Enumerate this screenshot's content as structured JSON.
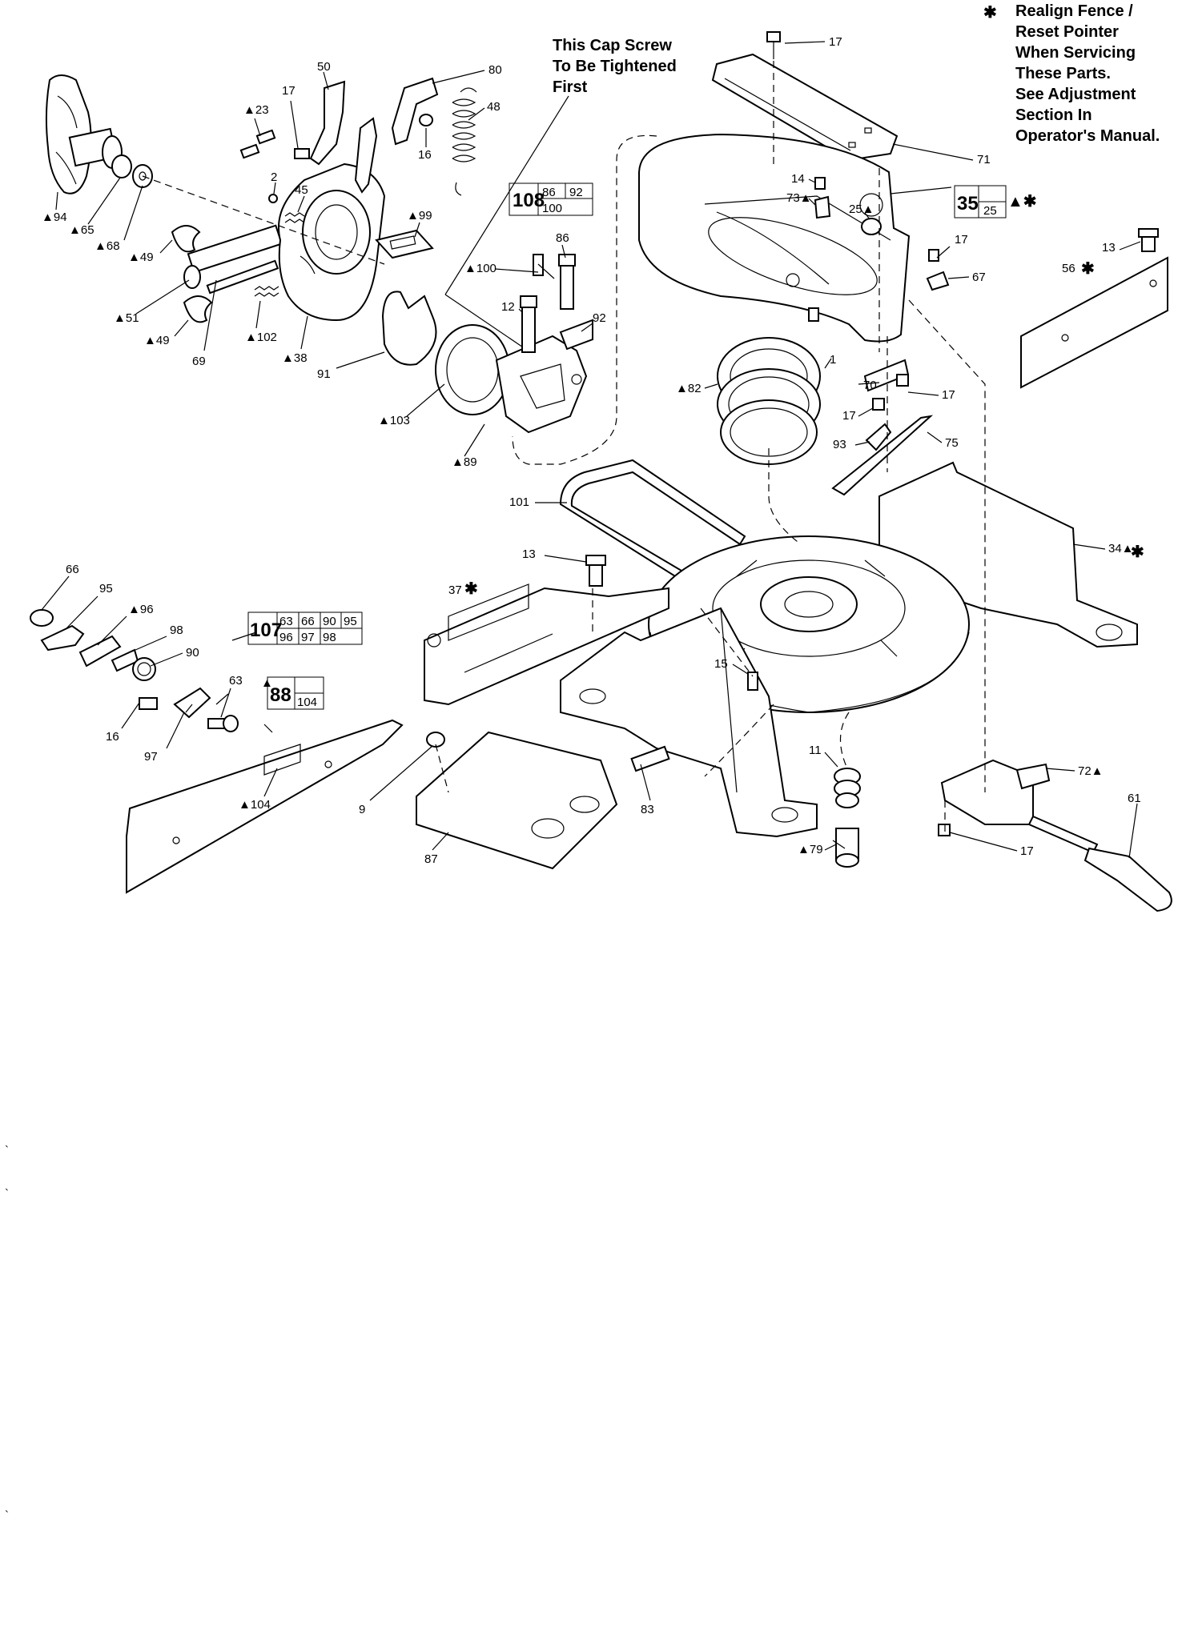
{
  "notes": {
    "realign_symbol": "✱",
    "realign_lines": [
      "Realign Fence /",
      "Reset Pointer",
      "When Servicing",
      "These Parts.",
      "See Adjustment",
      "Section In",
      "Operator's Manual."
    ],
    "cap_screw_lines": [
      "This Cap Screw",
      "To Be Tightened",
      "First"
    ]
  },
  "part_labels": [
    {
      "id": "p50",
      "text": "50"
    },
    {
      "id": "p80",
      "text": "80"
    },
    {
      "id": "p48",
      "text": "48"
    },
    {
      "id": "p23",
      "text": "▲23"
    },
    {
      "id": "p17a",
      "text": "17"
    },
    {
      "id": "p16a",
      "text": "16"
    },
    {
      "id": "p2",
      "text": "2"
    },
    {
      "id": "p45",
      "text": "45"
    },
    {
      "id": "p94",
      "text": "▲94"
    },
    {
      "id": "p65",
      "text": "▲65"
    },
    {
      "id": "p68",
      "text": "▲68"
    },
    {
      "id": "p49a",
      "text": "▲49"
    },
    {
      "id": "p51",
      "text": "▲51"
    },
    {
      "id": "p49b",
      "text": "▲49"
    },
    {
      "id": "p69",
      "text": "69"
    },
    {
      "id": "p102",
      "text": "▲102"
    },
    {
      "id": "p38",
      "text": "▲38"
    },
    {
      "id": "p99",
      "text": "▲99"
    },
    {
      "id": "p91",
      "text": "91"
    },
    {
      "id": "p103",
      "text": "▲103"
    },
    {
      "id": "p89",
      "text": "▲89"
    },
    {
      "id": "p100",
      "text": "▲100"
    },
    {
      "id": "p86",
      "text": "86"
    },
    {
      "id": "p12",
      "text": "12"
    },
    {
      "id": "p92",
      "text": "92"
    },
    {
      "id": "p17b",
      "text": "17"
    },
    {
      "id": "p71",
      "text": "71"
    },
    {
      "id": "p14",
      "text": "14"
    },
    {
      "id": "p73",
      "text": "73▲"
    },
    {
      "id": "p25",
      "text": "25▲"
    },
    {
      "id": "p17c",
      "text": "17"
    },
    {
      "id": "p67",
      "text": "67"
    },
    {
      "id": "p13a",
      "text": "13"
    },
    {
      "id": "p56",
      "text": "56"
    },
    {
      "id": "p82",
      "text": "▲82"
    },
    {
      "id": "p1",
      "text": "1"
    },
    {
      "id": "p70",
      "text": "70"
    },
    {
      "id": "p17d",
      "text": "17"
    },
    {
      "id": "p17e",
      "text": "17"
    },
    {
      "id": "p93",
      "text": "93"
    },
    {
      "id": "p75",
      "text": "75"
    },
    {
      "id": "p101",
      "text": "101"
    },
    {
      "id": "p34",
      "text": "34▲"
    },
    {
      "id": "p66",
      "text": "66"
    },
    {
      "id": "p95",
      "text": "95"
    },
    {
      "id": "p96",
      "text": "▲96"
    },
    {
      "id": "p98",
      "text": "98"
    },
    {
      "id": "p90",
      "text": "90"
    },
    {
      "id": "p63",
      "text": "63"
    },
    {
      "id": "p16b",
      "text": "16"
    },
    {
      "id": "p97",
      "text": "97"
    },
    {
      "id": "p104",
      "text": "▲104"
    },
    {
      "id": "p9",
      "text": "9"
    },
    {
      "id": "p13b",
      "text": "13"
    },
    {
      "id": "p37",
      "text": "37"
    },
    {
      "id": "p15",
      "text": "15"
    },
    {
      "id": "p83",
      "text": "83"
    },
    {
      "id": "p87",
      "text": "87"
    },
    {
      "id": "p11",
      "text": "11"
    },
    {
      "id": "p79",
      "text": "▲79"
    },
    {
      "id": "p72",
      "text": "72▲"
    },
    {
      "id": "p61",
      "text": "61"
    },
    {
      "id": "p17f",
      "text": "17"
    }
  ],
  "kit_boxes": {
    "kit108": {
      "num": "108",
      "cells": [
        "86",
        "92",
        "100"
      ]
    },
    "kit35": {
      "num": "35",
      "sub": "25",
      "marker": "▲✱"
    },
    "kit107": {
      "num": "107",
      "cells": [
        "63",
        "66",
        "90",
        "95",
        "96",
        "97",
        "98"
      ]
    },
    "kit88": {
      "num": "88",
      "sub": "104",
      "marker": "▲"
    }
  },
  "asterisks": {
    "a56": "✱",
    "a34": "✱",
    "a37": "✱"
  },
  "edge_marks": [
    "`",
    "`",
    "`"
  ]
}
